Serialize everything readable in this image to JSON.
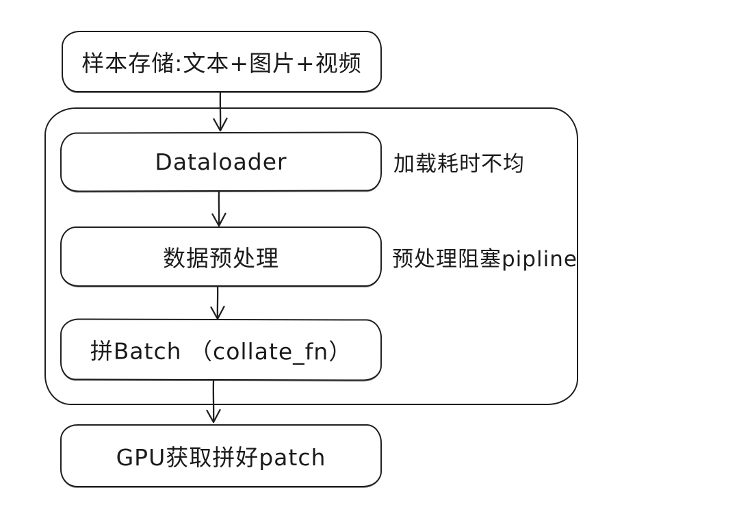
{
  "canvas": {
    "background": "#ffffff",
    "stroke_color": "#1f1f1f",
    "text_color": "#1b1b1b"
  },
  "flowchart": {
    "nodes": [
      {
        "id": "storage",
        "label": "样本存储:文本+图片+视频"
      },
      {
        "id": "dataloader",
        "label": "Dataloader"
      },
      {
        "id": "preprocess",
        "label": "数据预处理"
      },
      {
        "id": "batch",
        "label": "拼Batch （collate_fn）"
      },
      {
        "id": "gpu",
        "label": "GPU获取拼好patch"
      }
    ],
    "annotations": [
      {
        "for": "dataloader",
        "text": "加载耗时不均"
      },
      {
        "for": "preprocess",
        "text": "预处理阻塞pipline"
      }
    ],
    "edges": [
      {
        "from": "storage",
        "to": "dataloader"
      },
      {
        "from": "dataloader",
        "to": "preprocess"
      },
      {
        "from": "preprocess",
        "to": "batch"
      },
      {
        "from": "batch",
        "to": "gpu"
      }
    ],
    "group": {
      "contains": [
        "dataloader",
        "preprocess",
        "batch"
      ]
    }
  }
}
